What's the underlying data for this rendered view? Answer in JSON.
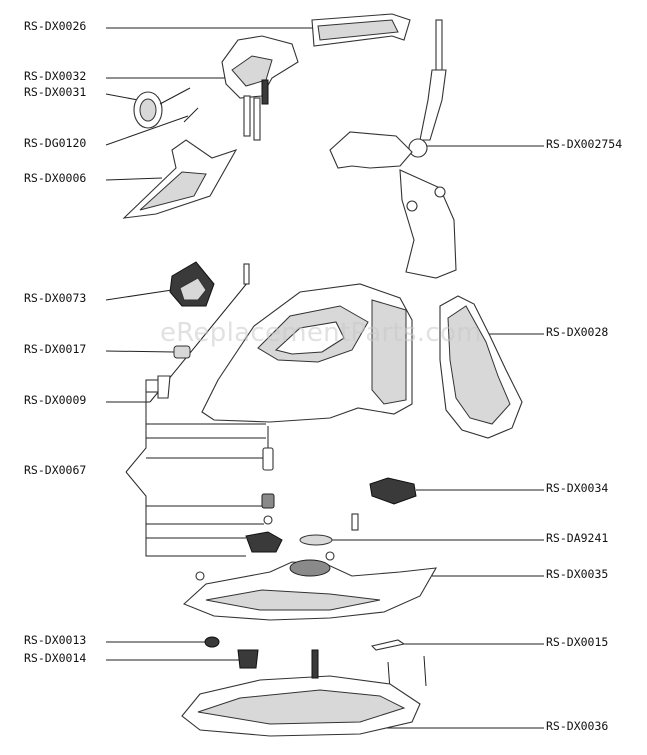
{
  "diagram": {
    "watermark": "eReplacementParts.com",
    "parts": {
      "p0026": "RS-DX0026",
      "p0032": "RS-DX0032",
      "p0031": "RS-DX0031",
      "dg0120": "RS-DG0120",
      "p0006": "RS-DX0006",
      "p0073": "RS-DX0073",
      "p0017": "RS-DX0017",
      "p0009": "RS-DX0009",
      "p0067": "RS-DX0067",
      "p0013": "RS-DX0013",
      "p0014": "RS-DX0014",
      "p2754": "RS-DX002754",
      "p0028": "RS-DX0028",
      "p0034": "RS-DX0034",
      "da9241": "RS-DA9241",
      "p0035": "RS-DX0035",
      "p0015": "RS-DX0015",
      "p0036": "RS-DX0036"
    }
  }
}
